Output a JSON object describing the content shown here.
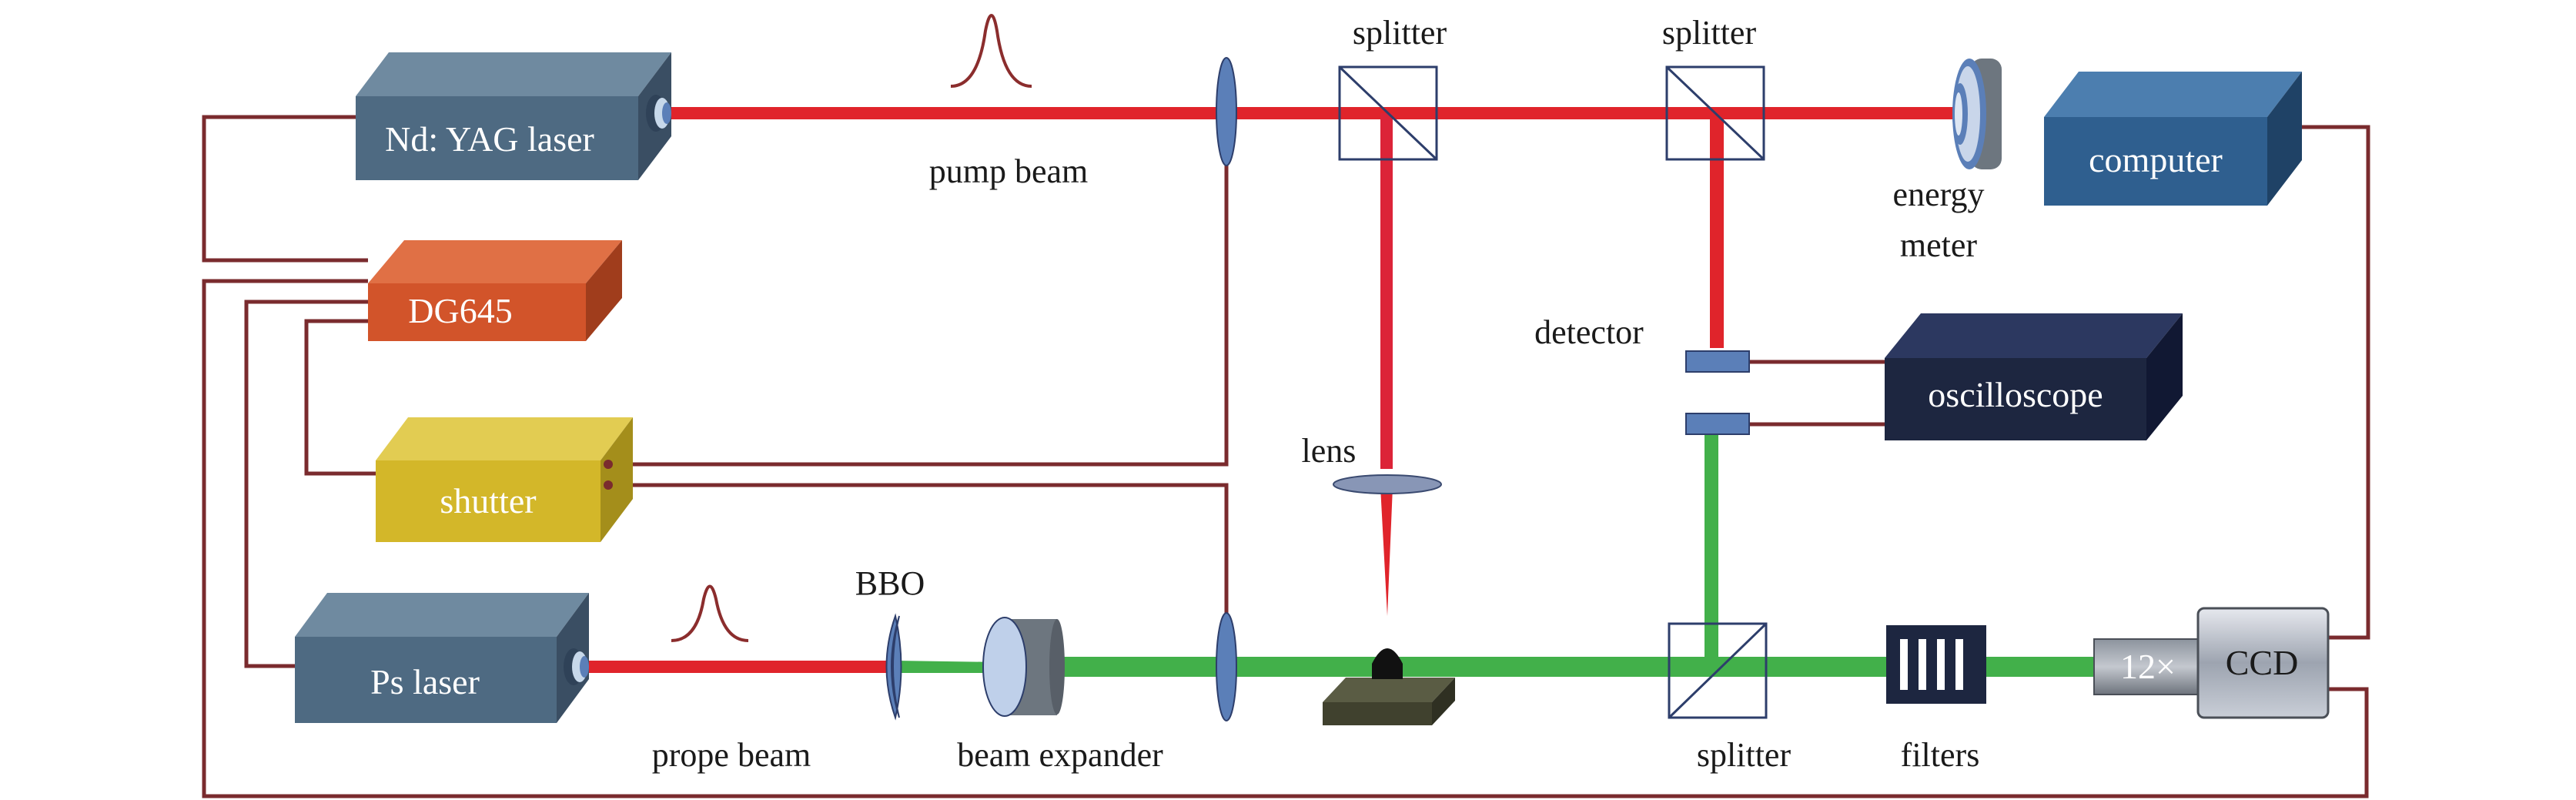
{
  "labels": {
    "nd_yag": "Nd: YAG laser",
    "dg645": "DG645",
    "shutter": "shutter",
    "ps_laser": "Ps laser",
    "computer": "computer",
    "oscilloscope": "oscilloscope",
    "ccd": "CCD",
    "lens_12x": "12×",
    "pump_beam": "pump beam",
    "prope_beam": "prope beam",
    "splitter_1": "splitter",
    "splitter_2": "splitter",
    "splitter_3": "splitter",
    "energy": "energy",
    "meter": "meter",
    "detector": "detector",
    "lens": "lens",
    "bbo": "BBO",
    "beam_expander": "beam expander",
    "filters": "filters"
  },
  "colors": {
    "pump_beam": "#e0242b",
    "probe_beam": "#42b04a",
    "wire": "#7a2b2e",
    "nd_yag_box": "#4e6a82",
    "dg645_box": "#d2542a",
    "shutter_box": "#d3b729",
    "ps_laser_box": "#4e6a82",
    "computer_box": "#2f5f8f",
    "oscilloscope_box": "#1d2640",
    "optic_blue": "#5b7fb8",
    "splitter_outline": "#2d3e6b"
  }
}
